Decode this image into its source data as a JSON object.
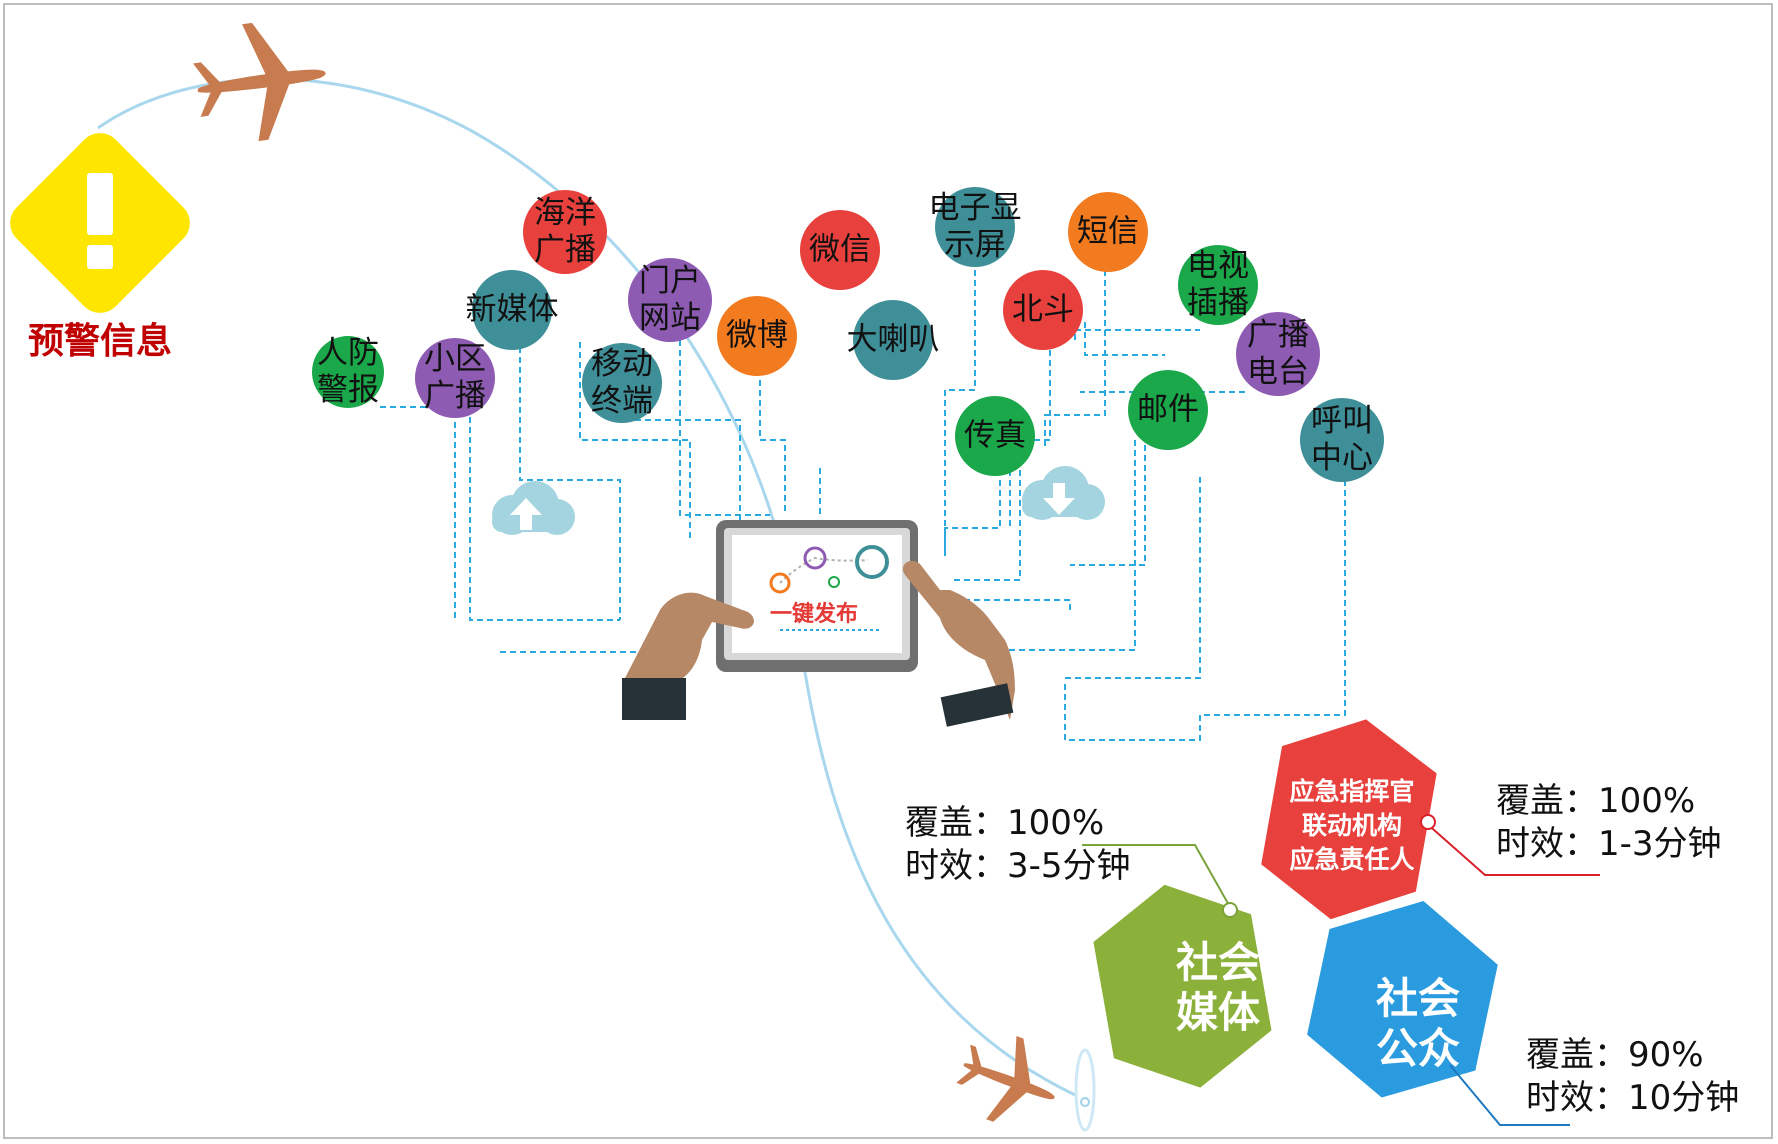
{
  "warning": {
    "label": "预警信息",
    "icon": "exclamation-diamond-icon"
  },
  "channels": [
    {
      "id": "renfang",
      "lines": [
        "人防",
        "警报"
      ],
      "color": "#1aa84a"
    },
    {
      "id": "xiaoqu",
      "lines": [
        "小区",
        "广播"
      ],
      "color": "#8e5bb3"
    },
    {
      "id": "xinmeiti",
      "lines": [
        "新媒体"
      ],
      "color": "#3f8f98"
    },
    {
      "id": "haiyang",
      "lines": [
        "海洋",
        "广播"
      ],
      "color": "#e8413d"
    },
    {
      "id": "yidong",
      "lines": [
        "移动",
        "终端"
      ],
      "color": "#3f8f98"
    },
    {
      "id": "menhu",
      "lines": [
        "门户",
        "网站"
      ],
      "color": "#8e5bb3"
    },
    {
      "id": "weibo",
      "lines": [
        "微博"
      ],
      "color": "#f27b20"
    },
    {
      "id": "weixin",
      "lines": [
        "微信"
      ],
      "color": "#e8413d"
    },
    {
      "id": "laba",
      "lines": [
        "大喇叭"
      ],
      "color": "#3f8f98"
    },
    {
      "id": "xianshi",
      "lines": [
        "电子显",
        "示屏"
      ],
      "color": "#3f8f98"
    },
    {
      "id": "duanxin",
      "lines": [
        "短信"
      ],
      "color": "#f27b20"
    },
    {
      "id": "beidou",
      "lines": [
        "北斗"
      ],
      "color": "#e8413d"
    },
    {
      "id": "dianshi",
      "lines": [
        "电视",
        "插播"
      ],
      "color": "#1aa84a"
    },
    {
      "id": "diantai",
      "lines": [
        "广播",
        "电台"
      ],
      "color": "#8e5bb3"
    },
    {
      "id": "youjian",
      "lines": [
        "邮件"
      ],
      "color": "#1aa84a"
    },
    {
      "id": "chuanzhen",
      "lines": [
        "传真"
      ],
      "color": "#1aa84a"
    },
    {
      "id": "hujiao",
      "lines": [
        "呼叫",
        "中心"
      ],
      "color": "#3f8f98"
    }
  ],
  "publish": {
    "label": "一键发布"
  },
  "targets": [
    {
      "id": "commander",
      "lines": [
        "应急指挥官",
        "联动机构",
        "应急责任人"
      ],
      "color": "#e8413d",
      "coverage": "覆盖：100%",
      "timeliness": "时效：1-3分钟",
      "line_color": "#d9202a"
    },
    {
      "id": "media",
      "lines": [
        "社会",
        "媒体"
      ],
      "color": "#8cb13b",
      "coverage": "覆盖：100%",
      "timeliness": "时效：3-5分钟",
      "line_color": "#7aa33a"
    },
    {
      "id": "public",
      "lines": [
        "社会",
        "公众"
      ],
      "color": "#2b9be0",
      "coverage": "覆盖：90%",
      "timeliness": "时效：10分钟",
      "line_color": "#1d79c2"
    }
  ]
}
